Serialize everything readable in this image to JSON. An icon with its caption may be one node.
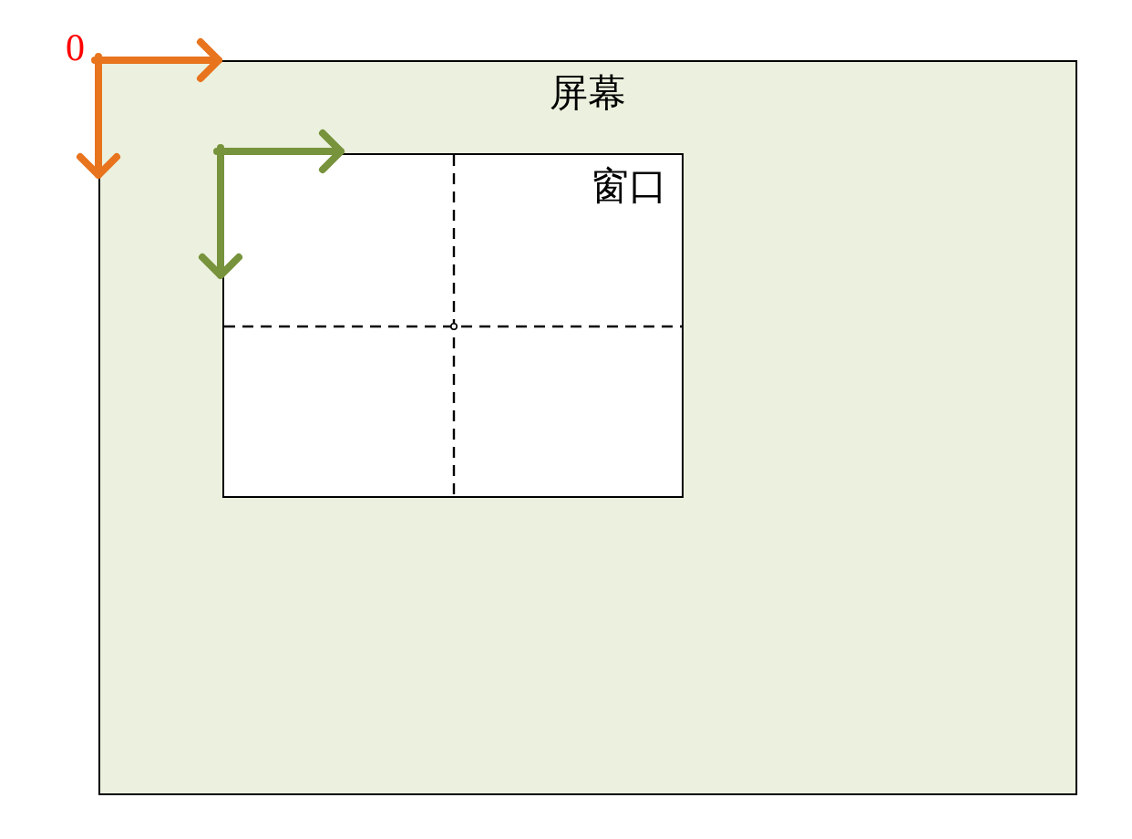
{
  "diagram": {
    "nodes": [
      {
        "text": [
          "屏幕"
        ]
      },
      {
        "text": [
          "窗口"
        ],
        "in": 0
      }
    ],
    "labels": [
      "0"
    ]
  }
}
